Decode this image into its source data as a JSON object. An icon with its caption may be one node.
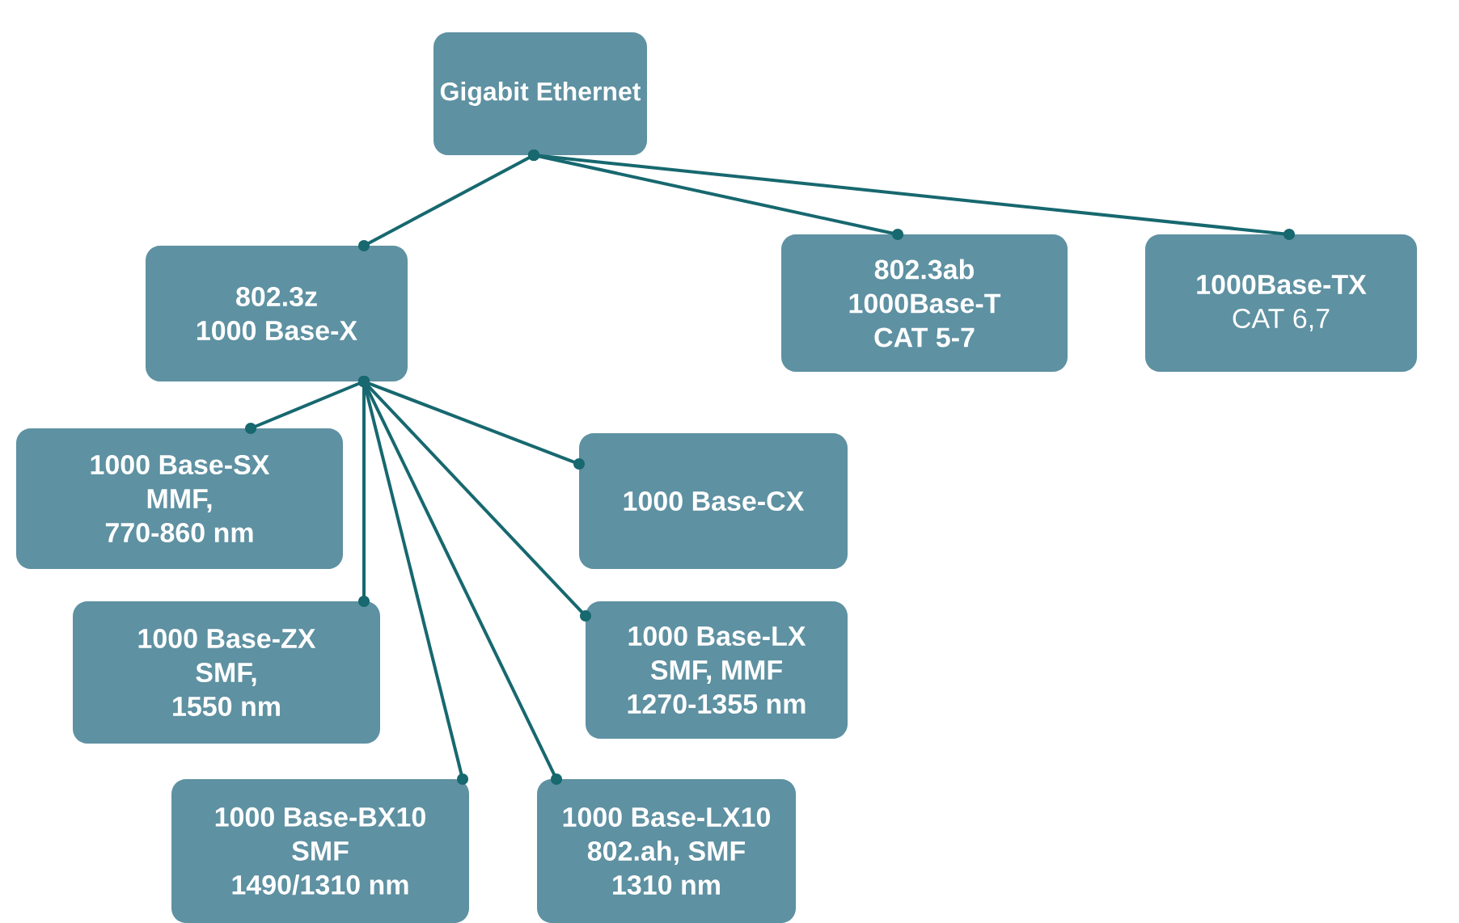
{
  "diagram": {
    "nodes": [
      {
        "text": [
          "Gigabit Ethernet"
        ]
      },
      {
        "text": [
          "802.3z",
          "1000 Base-X"
        ]
      },
      {
        "text": [
          "802.3ab",
          "1000Base-T",
          "CAT 5-7"
        ]
      },
      {
        "text": [
          "1000Base-TX",
          "CAT 6,7"
        ]
      },
      {
        "text": [
          "1000 Base-SX",
          "MMF,",
          "770-860 nm"
        ]
      },
      {
        "text": [
          "1000 Base-CX"
        ]
      },
      {
        "text": [
          "1000 Base-ZX",
          "SMF,",
          "1550 nm"
        ]
      },
      {
        "text": [
          "1000 Base-LX",
          "SMF, MMF",
          "1270-1355 nm"
        ]
      },
      {
        "text": [
          "1000 Base-BX10",
          "SMF",
          "1490/1310 nm"
        ]
      },
      {
        "text": [
          "1000 Base-LX10",
          "802.ah, SMF",
          "1310 nm"
        ]
      }
    ],
    "edges": [
      {
        "from": 0,
        "to": 1,
        "arrow": "other"
      },
      {
        "from": 0,
        "to": 2,
        "arrow": "other"
      },
      {
        "from": 0,
        "to": 3,
        "arrow": "other"
      },
      {
        "from": 1,
        "to": 4,
        "arrow": "other"
      },
      {
        "from": 1,
        "to": 5,
        "arrow": "other"
      },
      {
        "from": 1,
        "to": 6,
        "arrow": "other"
      },
      {
        "from": 1,
        "to": 7,
        "arrow": "other"
      },
      {
        "from": 1,
        "to": 8,
        "arrow": "other"
      },
      {
        "from": 1,
        "to": 9,
        "arrow": "other"
      }
    ]
  }
}
